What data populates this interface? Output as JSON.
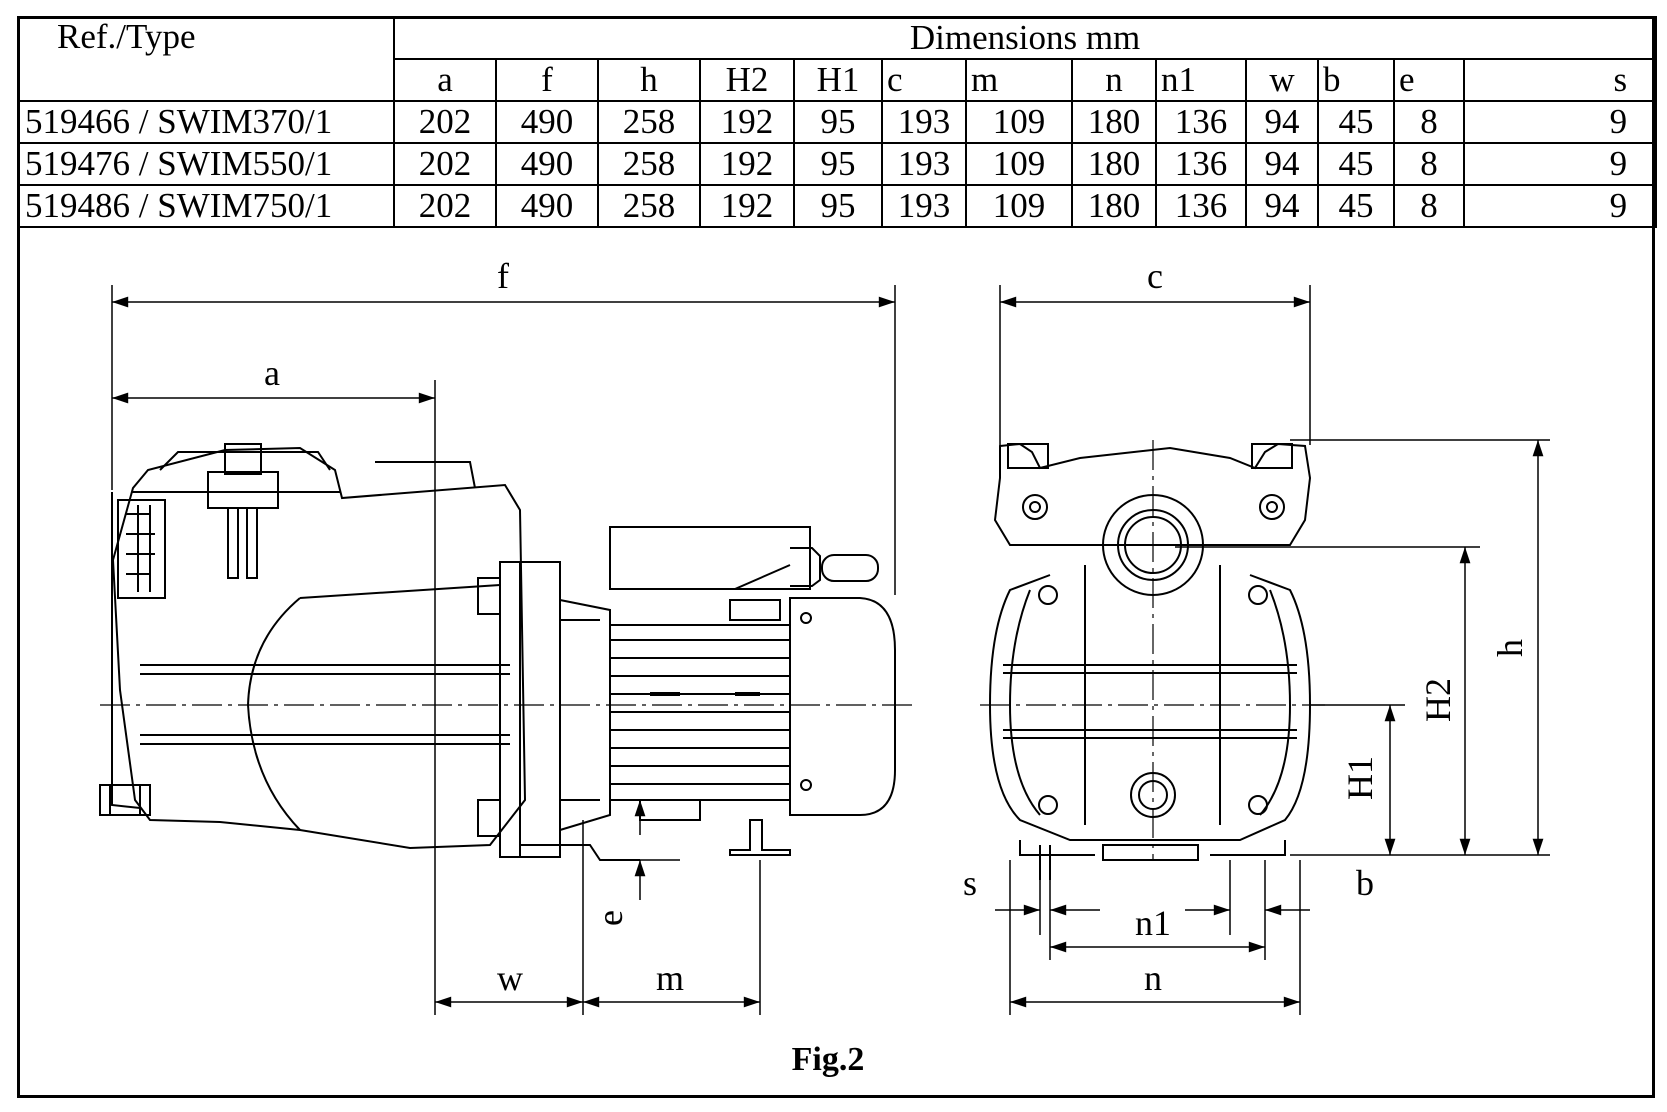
{
  "table": {
    "ref_header": "Ref./Type",
    "dims_header": "Dimensions mm",
    "columns": [
      "a",
      "f",
      "h",
      "H2",
      "H1",
      "c",
      "m",
      "n",
      "n1",
      "w",
      "b",
      "e",
      "s"
    ],
    "rows": [
      {
        "model": "519466 / SWIM370/1",
        "values": [
          "202",
          "490",
          "258",
          "192",
          "95",
          "193",
          "109",
          "180",
          "136",
          "94",
          "45",
          "8",
          "9"
        ]
      },
      {
        "model": "519476 / SWIM550/1",
        "values": [
          "202",
          "490",
          "258",
          "192",
          "95",
          "193",
          "109",
          "180",
          "136",
          "94",
          "45",
          "8",
          "9"
        ]
      },
      {
        "model": "519486 / SWIM750/1",
        "values": [
          "202",
          "490",
          "258",
          "192",
          "95",
          "193",
          "109",
          "180",
          "136",
          "94",
          "45",
          "8",
          "9"
        ]
      }
    ]
  },
  "drawing": {
    "labels": {
      "f": "f",
      "a": "a",
      "c": "c",
      "h": "h",
      "H2": "H2",
      "H1": "H1",
      "e": "e",
      "w": "w",
      "m": "m",
      "s": "s",
      "n1": "n1",
      "n": "n",
      "b": "b"
    },
    "caption": "Fig.2"
  }
}
